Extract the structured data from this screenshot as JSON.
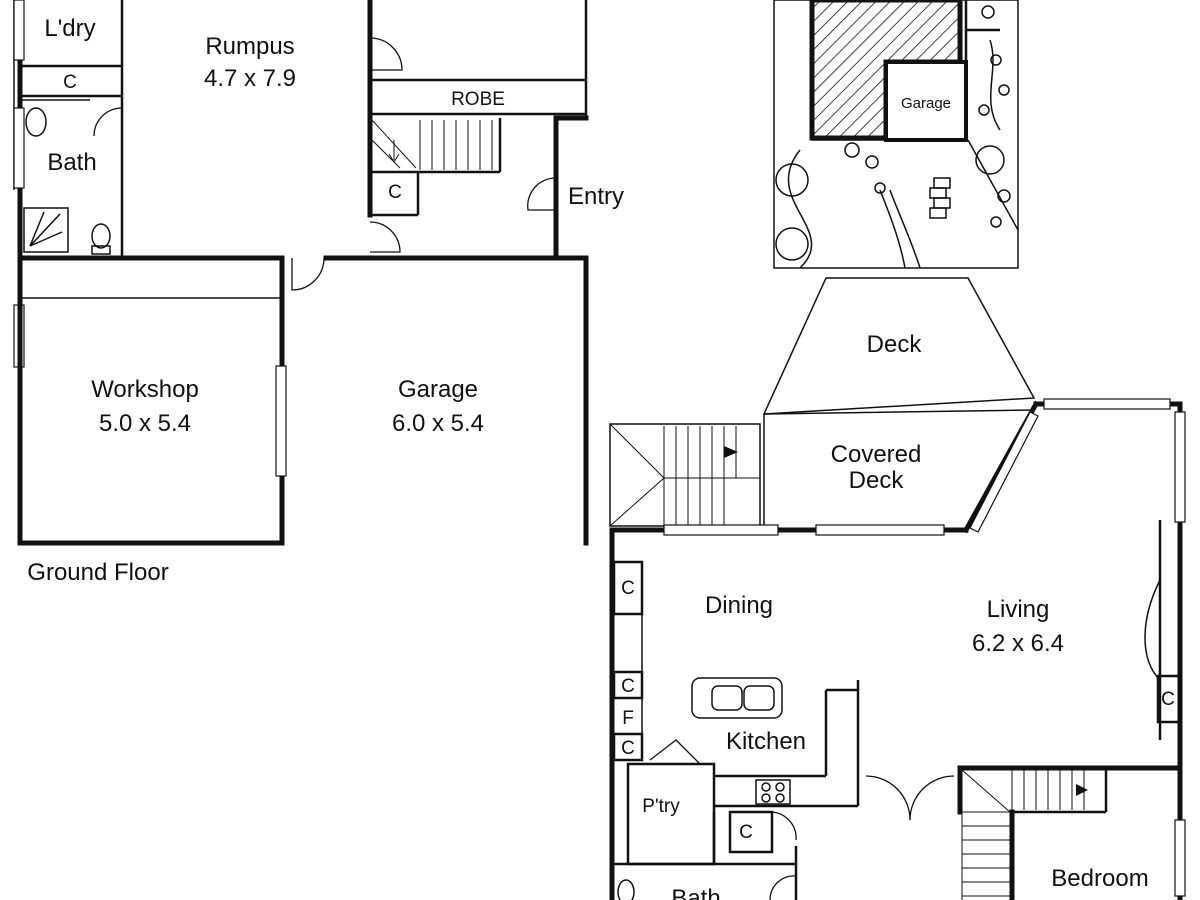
{
  "plan": {
    "ground_floor": {
      "caption": "Ground Floor",
      "rooms": {
        "laundry": "L'dry",
        "laundry_cupboard": "C",
        "bath": "Bath",
        "rumpus_name": "Rumpus",
        "rumpus_size": "4.7 x 7.9",
        "robe": "ROBE",
        "stair_cupboard": "C",
        "entry": "Entry",
        "workshop_name": "Workshop",
        "workshop_size": "5.0 x 5.4",
        "garage_name": "Garage",
        "garage_size": "6.0 x 5.4"
      }
    },
    "site_plan": {
      "garage": "Garage"
    },
    "upper_floor": {
      "rooms": {
        "deck": "Deck",
        "covered_deck_line1": "Covered",
        "covered_deck_line2": "Deck",
        "dining": "Dining",
        "living_name": "Living",
        "living_size": "6.2 x 6.4",
        "cupboard_dining": "C",
        "cupboard_a": "C",
        "fridge": "F",
        "cupboard_b": "C",
        "kitchen": "Kitchen",
        "pantry": "P'try",
        "hall_cupboard": "C",
        "living_cupboard": "C",
        "bath": "Bath",
        "bedroom": "Bedroom"
      }
    }
  }
}
